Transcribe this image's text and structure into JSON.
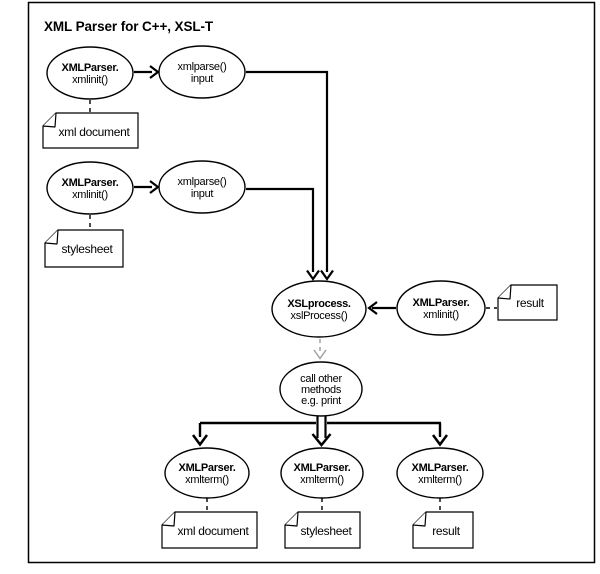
{
  "title": "XML Parser for C++, XSL-T",
  "colors": {
    "line": "#000000",
    "muted_arrow": "#a0a0a0",
    "background": "#ffffff"
  },
  "nodes": {
    "init_xml": {
      "line1": "XMLParser.",
      "line2": "xmlinit()"
    },
    "parse_xml": {
      "line1": "xmlparse()",
      "line2": "input"
    },
    "init_stylesheet": {
      "line1": "XMLParser.",
      "line2": "xmlinit()"
    },
    "parse_stylesheet": {
      "line1": "xmlparse()",
      "line2": "input"
    },
    "xsl_process": {
      "line1": "XSLprocess.",
      "line2": "xslProcess()"
    },
    "init_result": {
      "line1": "XMLParser.",
      "line2": "xmlinit()"
    },
    "call_other": {
      "line1": "call other",
      "line2": "methods",
      "line3": "e.g. print"
    },
    "term_xml": {
      "line1": "XMLParser.",
      "line2": "xmlterm()"
    },
    "term_stylesheet": {
      "line1": "XMLParser.",
      "line2": "xmlterm()"
    },
    "term_result": {
      "line1": "XMLParser.",
      "line2": "xmlterm()"
    }
  },
  "documents": {
    "xml_document_top": "xml document",
    "stylesheet_mid": "stylesheet",
    "result_right": "result",
    "xml_document_bottom": "xml document",
    "stylesheet_bottom": "stylesheet",
    "result_bottom": "result"
  }
}
